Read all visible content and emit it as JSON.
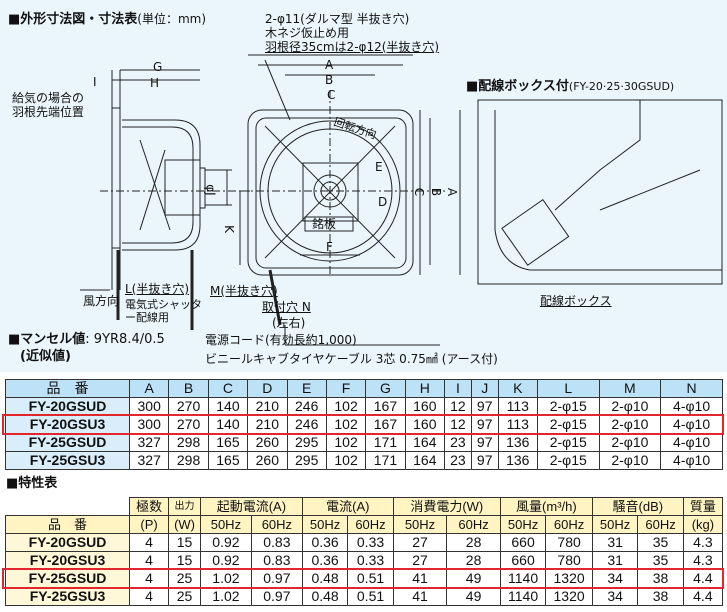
{
  "dimension_section": {
    "title": "■外形寸法図・寸法表",
    "unit": "(単位：mm)",
    "note_hole1": "2-φ11(ダルマ型 半抜き穴)",
    "note_hole2": "木ネジ仮止め用",
    "note_hole3": "羽根径35cmは2-φ12(半抜き穴)",
    "label_supply1": "給気の場合の",
    "label_supply2": "羽根先端位置",
    "label_wind": "風方向",
    "label_L": "L(半抜き穴)",
    "label_shutter1": "電気式シャッタ",
    "label_shutter2": "ー配線用",
    "label_M": "M(半抜き穴)",
    "label_N": "取付穴 N",
    "label_N2": "(左右)",
    "label_nameplate": "銘板",
    "label_rotation": "回転方向",
    "cord1": "電源コード(有効長約1,000)",
    "cord2": "ビニールキャブタイヤケーブル 3芯 0.75㎟ (アース付)",
    "letters": {
      "A": "A",
      "B": "B",
      "C": "C",
      "D": "D",
      "E": "E",
      "F": "F",
      "G": "G",
      "H": "H",
      "I": "I",
      "J": "φJ",
      "K": "K"
    }
  },
  "wiring_section": {
    "title": "■配線ボックス付",
    "models": "(FY-20·25·30GSUD)",
    "label": "配線ボックス"
  },
  "munsell": {
    "title": "■マンセル値",
    "value": ": 9YR8.4/0.5",
    "note": "(近似値)"
  },
  "dimension_table": {
    "headers": [
      "品　番",
      "A",
      "B",
      "C",
      "D",
      "E",
      "F",
      "G",
      "H",
      "I",
      "J",
      "K",
      "L",
      "M",
      "N"
    ],
    "rows": [
      [
        "FY-20GSUD",
        "300",
        "270",
        "140",
        "210",
        "246",
        "102",
        "167",
        "160",
        "12",
        "97",
        "113",
        "2-φ15",
        "2-φ10",
        "4-φ10"
      ],
      [
        "FY-20GSU3",
        "300",
        "270",
        "140",
        "210",
        "246",
        "102",
        "167",
        "160",
        "12",
        "97",
        "113",
        "2-φ15",
        "2-φ10",
        "4-φ10"
      ],
      [
        "FY-25GSUD",
        "327",
        "298",
        "165",
        "260",
        "295",
        "102",
        "171",
        "164",
        "23",
        "97",
        "136",
        "2-φ15",
        "2-φ10",
        "4-φ10"
      ],
      [
        "FY-25GSU3",
        "327",
        "298",
        "165",
        "260",
        "295",
        "102",
        "171",
        "164",
        "23",
        "97",
        "136",
        "2-φ15",
        "2-φ10",
        "4-φ10"
      ]
    ],
    "highlighted_row": "FY-20GSU3"
  },
  "spec_section": {
    "title": "■特性表"
  },
  "spec_table": {
    "group_headers": [
      "極数",
      "出力",
      "起動電流(A)",
      "電流(A)",
      "消費電力(W)",
      "風量(m³/h)",
      "騒音(dB)",
      "質量"
    ],
    "model_header": "品　番",
    "sub_headers": [
      "(P)",
      "(W)",
      "50Hz",
      "60Hz",
      "50Hz",
      "60Hz",
      "50Hz",
      "60Hz",
      "50Hz",
      "60Hz",
      "50Hz",
      "60Hz",
      "(kg)"
    ],
    "rows": [
      [
        "FY-20GSUD",
        "4",
        "15",
        "0.92",
        "0.83",
        "0.36",
        "0.33",
        "27",
        "28",
        "660",
        "780",
        "31",
        "35",
        "4.3"
      ],
      [
        "FY-20GSU3",
        "4",
        "15",
        "0.92",
        "0.83",
        "0.36",
        "0.33",
        "27",
        "28",
        "660",
        "780",
        "31",
        "35",
        "4.3"
      ],
      [
        "FY-25GSUD",
        "4",
        "25",
        "1.02",
        "0.97",
        "0.48",
        "0.51",
        "41",
        "49",
        "1140",
        "1320",
        "34",
        "38",
        "4.4"
      ],
      [
        "FY-25GSU3",
        "4",
        "25",
        "1.02",
        "0.97",
        "0.48",
        "0.51",
        "41",
        "49",
        "1140",
        "1320",
        "34",
        "38",
        "4.4"
      ]
    ],
    "highlighted_row": "FY-20GSU3"
  },
  "colors": {
    "highlight": "#e3262d",
    "background": "#eaf5fc",
    "header_blue": "#bde1f6",
    "header_yellow": "#fff4c2"
  }
}
